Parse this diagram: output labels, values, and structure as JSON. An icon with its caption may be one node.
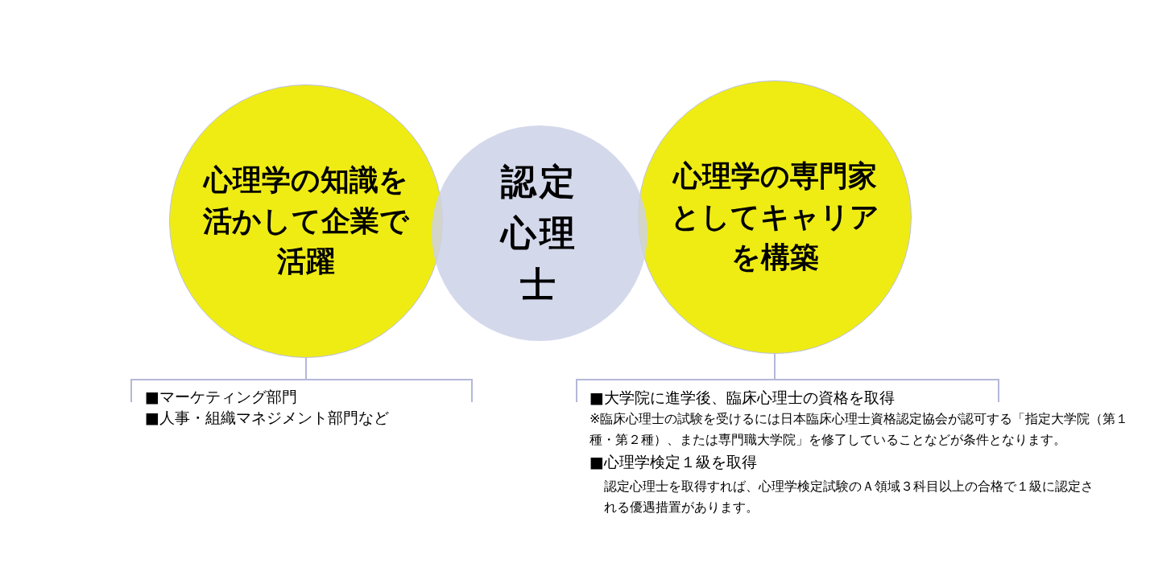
{
  "diagram": {
    "nodes": [
      {
        "text": [
          "心理学の知識を活かして企業で活躍"
        ]
      },
      {
        "text": [
          "認定心理士"
        ]
      },
      {
        "text": [
          "心理学の専門家としてキャリアを構築"
        ]
      },
      {
        "text": [
          "■マーケティング部門",
          "■人事・組織マネジメント部門など"
        ]
      },
      {
        "text": [
          "■大学院に進学後、臨床心理士の資格を取得",
          "※臨床心理士の試験を受けるには日本臨床心理士資格認定協会が認可する「指定大学院（第１種・第２種）、または専門職大学院」を修了していることなどが条件となります。",
          "■心理学検定１級を取得",
          "認定心理士を取得すれば、心理学検定試験のＡ領域３科目以上の合格で１級に認定される優遇措置があります。"
        ]
      }
    ],
    "edges": [
      {
        "from": 0,
        "to": 3,
        "arrow": "none"
      },
      {
        "from": 2,
        "to": 4,
        "arrow": "none"
      }
    ]
  }
}
